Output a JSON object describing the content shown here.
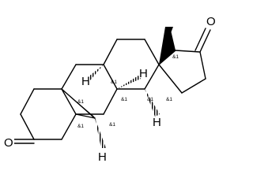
{
  "molecule": {
    "atom_labels": {
      "ketone_oxygen_top": "O",
      "ketone_oxygen_left": "O",
      "stereo_hydrogen_c9": "H",
      "stereo_hydrogen_c8": "H",
      "stereo_hydrogen_c14": "H",
      "stereo_hydrogen_c19": "H"
    },
    "stereo_marks": [
      "&1",
      "&1",
      "&1",
      "&1",
      "&1",
      "&1",
      "&1",
      "&1"
    ]
  }
}
